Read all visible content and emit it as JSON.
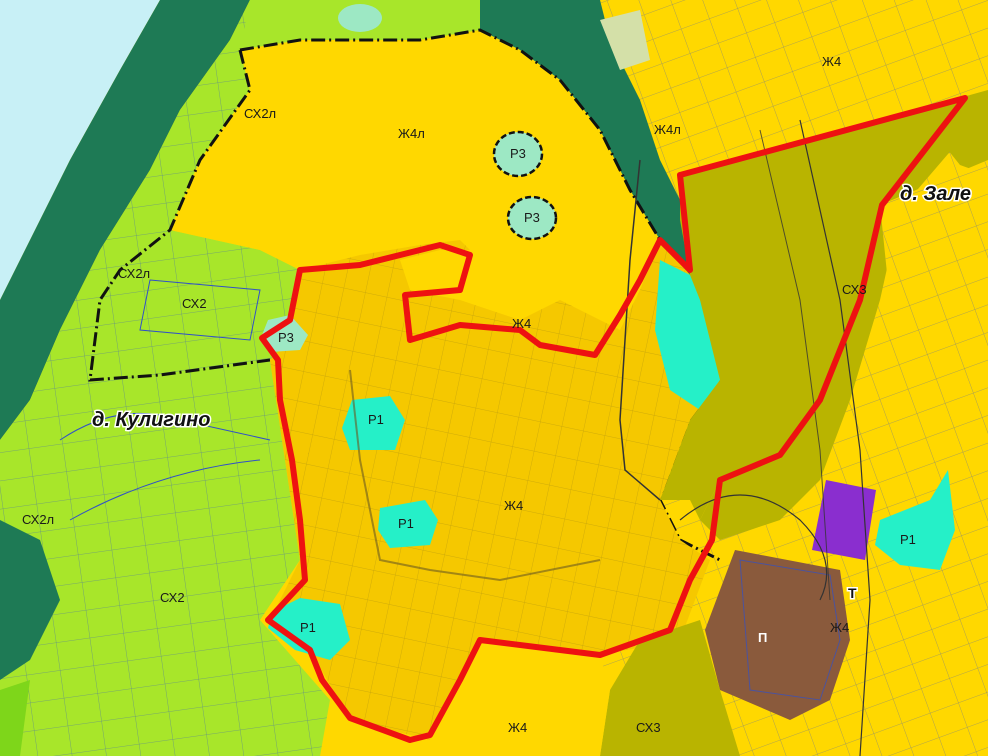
{
  "colors": {
    "river": "#c8f0f6",
    "forest": "#1e7a55",
    "agri_light": "#a8e62a",
    "agri_green": "#7ed61a",
    "residential": "#ffd800",
    "residential_dark": "#f2c200",
    "olive": "#b9b400",
    "recreation": "#25f0c8",
    "recreation_pale": "#9de8c4",
    "industrial": "#8a5a3c",
    "transport": "#8a2ecf",
    "boundary_red": "#ee1111",
    "parcel_line": "#3050c8",
    "rail_line": "#333333"
  },
  "map": {
    "villages": {
      "kuligino": "д. Кулигино",
      "zale": "д. Зале"
    },
    "zones": {
      "sx2l_top": "СХ2л",
      "j4l_center": "Ж4л",
      "j4l_right": "Ж4л",
      "j4_top": "Ж4",
      "r3_a": "Р3",
      "r3_b": "Р3",
      "r3_left": "Р3",
      "sx2l_mid": "СХ2л",
      "sx2_mid": "СХ2",
      "j4_notch": "Ж4",
      "sx3_top": "СХ3",
      "r1_a": "Р1",
      "r1_b": "Р1",
      "r1_c": "Р1",
      "r1_right": "Р1",
      "j4_center": "Ж4",
      "sx2l_left": "СХ2л",
      "sx2_low": "СХ2",
      "p_zone": "П",
      "t_zone": "Т",
      "j4_right": "Ж4",
      "j4_bottom": "Ж4",
      "sx3_bottom": "СХ3"
    }
  }
}
